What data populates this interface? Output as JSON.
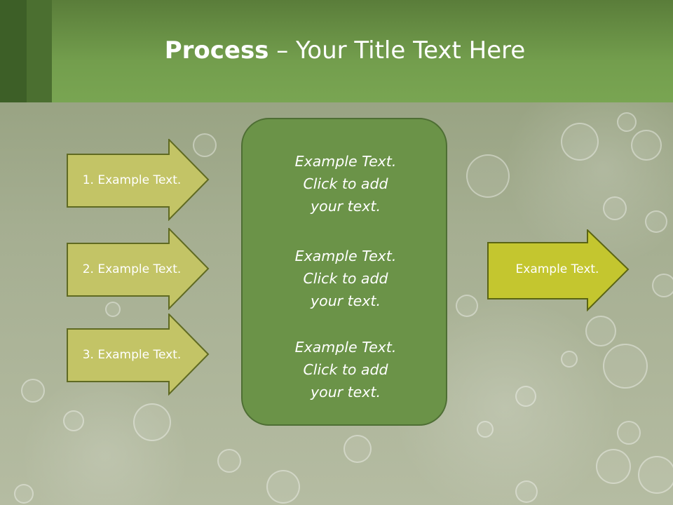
{
  "slide": {
    "title": {
      "bold": "Process",
      "rest": " – Your Title Text Here"
    },
    "left_arrows": [
      {
        "label": "1. Example Text."
      },
      {
        "label": "2. Example Text."
      },
      {
        "label": "3. Example Text."
      }
    ],
    "center_box": {
      "blocks": [
        {
          "lines": [
            "Example Text.",
            "Click  to add",
            "your text."
          ]
        },
        {
          "lines": [
            "Example Text.",
            "Click  to add",
            "your text."
          ]
        },
        {
          "lines": [
            "Example Text.",
            "Click  to add",
            "your text."
          ]
        }
      ]
    },
    "right_arrow": {
      "label": "Example Text."
    },
    "colors": {
      "header_green": "#739e4d",
      "left_arrow_fill": "#c3c466",
      "right_arrow_fill": "#c4c62f",
      "center_box_fill": "#6b9348"
    }
  }
}
